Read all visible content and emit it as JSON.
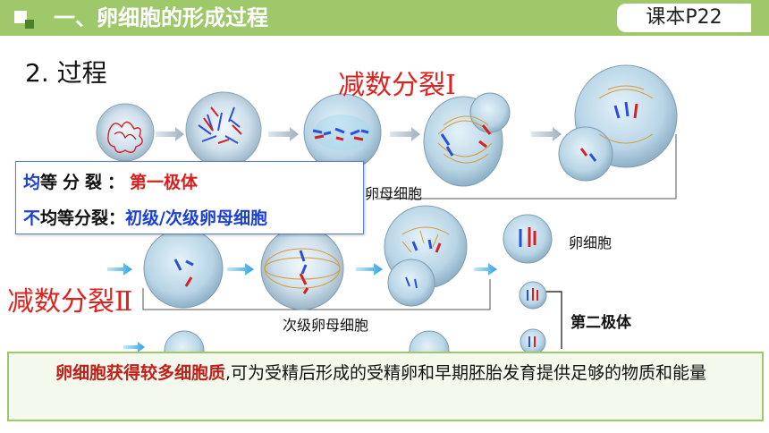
{
  "header": {
    "title": "一、卵细胞的形成过程",
    "page_ref": "课本P22"
  },
  "step_label": "2. 过程",
  "meiosis1_title": "减数分裂Ⅰ",
  "meiosis2_title": "减数分裂Ⅱ",
  "labels": {
    "primary_oocyte_partial": "卵母细胞",
    "secondary_oocyte": "次级卵母细胞",
    "egg_cell": "卵细胞",
    "second_polar_body": "第二极体"
  },
  "legend": {
    "row1_char": "均",
    "row1_rest": "等分裂：",
    "row1_value": "第一极体",
    "row2_char": "不",
    "row2_rest": "均等分裂：",
    "row2_value": "初级/次级卵母细胞"
  },
  "note": {
    "highlight": "卵细胞获得较多细胞质",
    "rest": ",可为受精后形成的受精卵和早期胚胎发育提供足够的物质和能量"
  },
  "colors": {
    "header_green": "#9fc86b",
    "title_red": "#e0221f",
    "legend_blue": "#1c3fd6"
  }
}
